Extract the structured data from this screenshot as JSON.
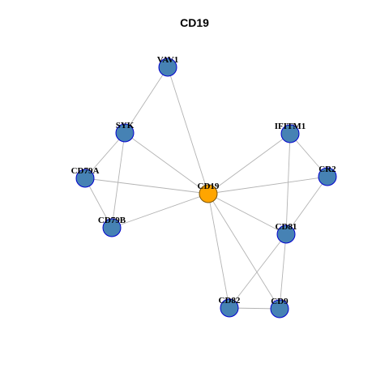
{
  "title": "CD19",
  "colors": {
    "center_fill": "#FFA500",
    "center_stroke": "#7a5200",
    "node_fill": "#4682B4",
    "node_stroke": "#0000CD",
    "edge": "#B3B3B3"
  },
  "nodes": [
    {
      "id": "CD19",
      "label": "CD19",
      "center": true
    },
    {
      "id": "VAV1",
      "label": "VAV1"
    },
    {
      "id": "SYK",
      "label": "SYK"
    },
    {
      "id": "CD79A",
      "label": "CD79A"
    },
    {
      "id": "CD79B",
      "label": "CD79B"
    },
    {
      "id": "IFITM1",
      "label": "IFITM1"
    },
    {
      "id": "CR2",
      "label": "CR2"
    },
    {
      "id": "CD81",
      "label": "CD81"
    },
    {
      "id": "CD82",
      "label": "CD82"
    },
    {
      "id": "CD9",
      "label": "CD9"
    }
  ],
  "edges": [
    [
      "CD19",
      "VAV1"
    ],
    [
      "CD19",
      "SYK"
    ],
    [
      "CD19",
      "CD79A"
    ],
    [
      "CD19",
      "CD79B"
    ],
    [
      "CD19",
      "IFITM1"
    ],
    [
      "CD19",
      "CR2"
    ],
    [
      "CD19",
      "CD81"
    ],
    [
      "CD19",
      "CD82"
    ],
    [
      "CD19",
      "CD9"
    ],
    [
      "VAV1",
      "SYK"
    ],
    [
      "SYK",
      "CD79A"
    ],
    [
      "SYK",
      "CD79B"
    ],
    [
      "CD79A",
      "CD79B"
    ],
    [
      "IFITM1",
      "CR2"
    ],
    [
      "IFITM1",
      "CD81"
    ],
    [
      "CR2",
      "CD81"
    ],
    [
      "CD81",
      "CD82"
    ],
    [
      "CD81",
      "CD9"
    ],
    [
      "CD82",
      "CD9"
    ]
  ]
}
